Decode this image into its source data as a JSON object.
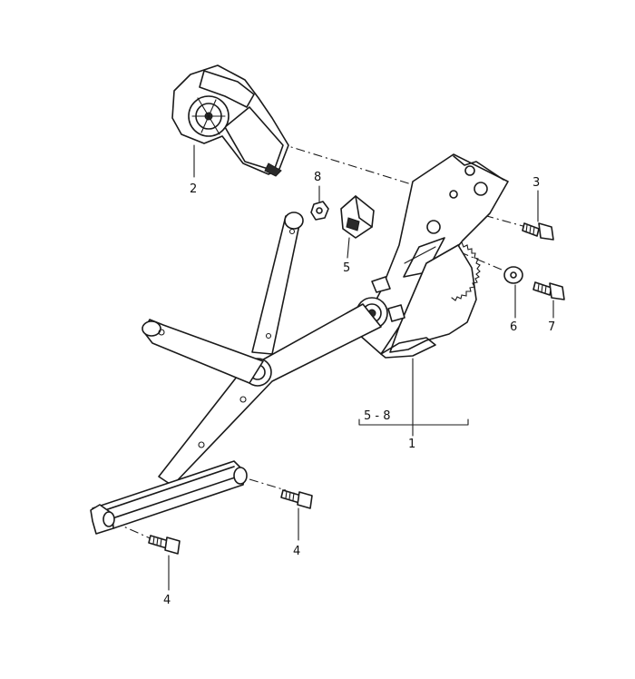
{
  "callouts": {
    "c1": "1",
    "c2": "2",
    "c3": "3",
    "c4a": "4",
    "c4b": "4",
    "c5": "5",
    "c6": "6",
    "c7": "7",
    "c8": "8",
    "range": "5 - 8"
  }
}
